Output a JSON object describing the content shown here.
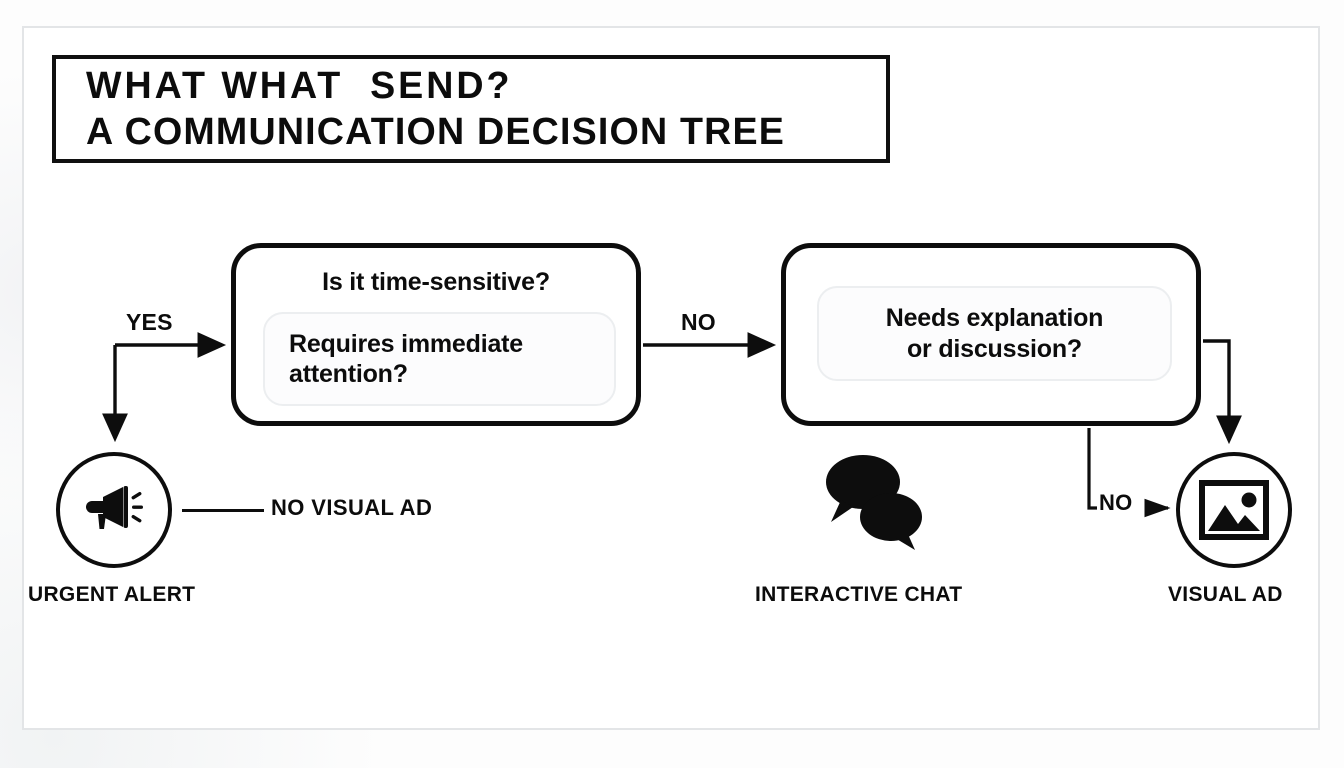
{
  "poster": {
    "title_line_1": "WHAT WHAT  SEND?",
    "title_line_2": "A COMMUNICATION DECISION TREE"
  },
  "decision_nodes": [
    {
      "id": "time-sensitive",
      "heading": "Is it time-sensitive?",
      "sub_question_line_1": "Requires immediate",
      "sub_question_line_2": "attention?"
    },
    {
      "id": "needs-explanation",
      "heading": "",
      "sub_question_line_1": "Needs explanation",
      "sub_question_line_2": "or discussion?"
    }
  ],
  "edges": {
    "yes_to_urgent": "YES",
    "no_to_second": "NO",
    "no_to_visual": "NO"
  },
  "outcomes": [
    {
      "id": "urgent-alert",
      "label": "URGENT ALERT",
      "icon": "megaphone-icon",
      "annotation": "NO VISUAL AD"
    },
    {
      "id": "interactive-chat",
      "label": "INTERACTIVE CHAT",
      "icon": "speech-bubbles-icon"
    },
    {
      "id": "visual-ad",
      "label": "VISUAL AD",
      "icon": "image-picture-icon"
    }
  ],
  "colors": {
    "ink": "#0c0c0c",
    "frame_border": "#e3e5e7",
    "subbox_border": "#eceef0",
    "background": "#fdfdfd"
  }
}
